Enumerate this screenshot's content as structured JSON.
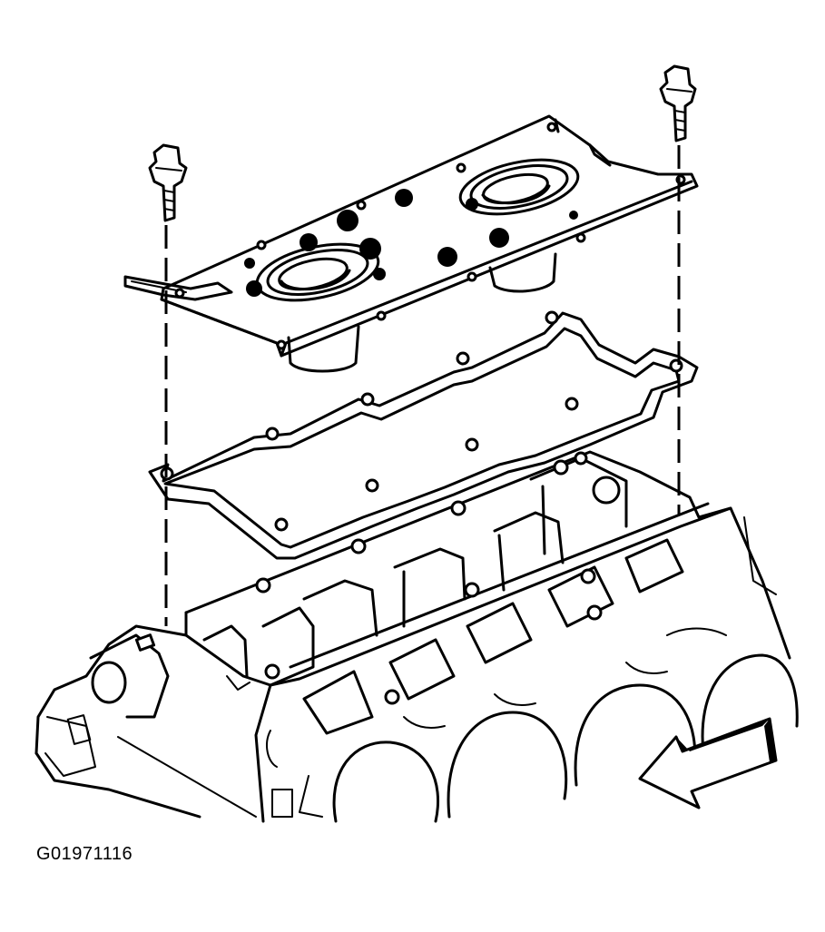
{
  "figure": {
    "code": "G01971116",
    "colors": {
      "line": "#000000",
      "background": "#ffffff"
    },
    "parts": [
      "bolt-left",
      "bolt-right",
      "valley-cover-plate",
      "valley-cover-gasket",
      "engine-block",
      "front-direction-arrow"
    ]
  }
}
